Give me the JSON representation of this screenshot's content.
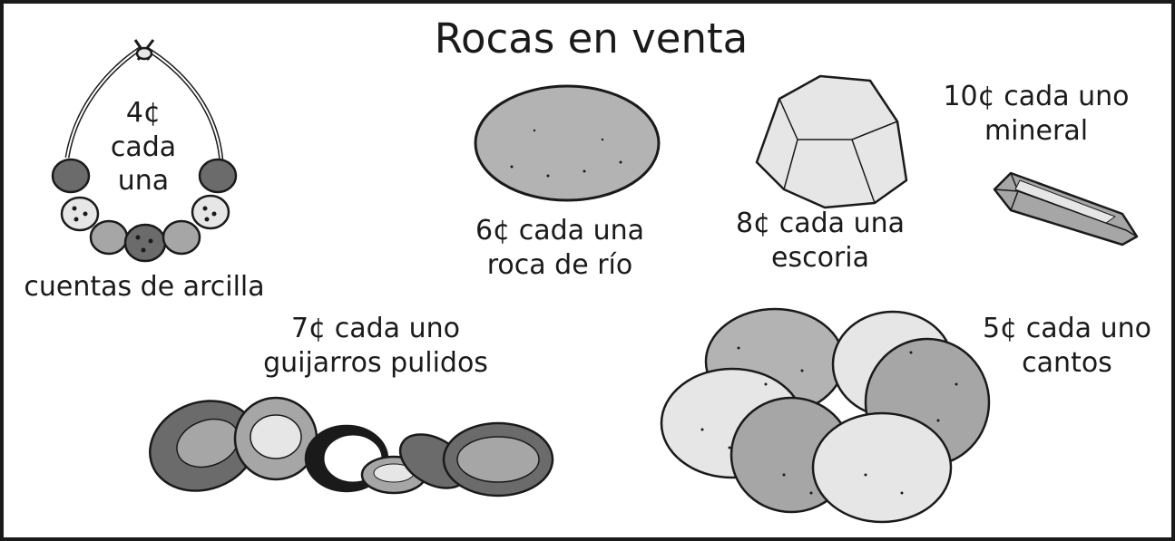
{
  "title": "Rocas en venta",
  "items": [
    {
      "id": "clay-beads",
      "price": "4¢",
      "unit_lines": [
        "cada",
        "una"
      ],
      "name": "cuentas de arcilla"
    },
    {
      "id": "river-rock",
      "price": "6¢",
      "unit": "cada una",
      "name": "roca de río"
    },
    {
      "id": "slag",
      "price": "8¢",
      "unit": "cada una",
      "name": "escoria"
    },
    {
      "id": "mineral",
      "price": "10¢",
      "unit": "cada uno",
      "name": "mineral"
    },
    {
      "id": "polished-pebbles",
      "price": "7¢",
      "unit": "cada uno",
      "name": "guijarros pulidos"
    },
    {
      "id": "boulders",
      "price": "5¢",
      "unit": "cada uno",
      "name": "cantos"
    }
  ],
  "colors": {
    "ink": "#1a1a1a",
    "light_gray": "#e6e6e6",
    "mid_gray": "#a6a6a6",
    "dark_gray": "#6b6b6b",
    "rock_gray": "#b3b3b3"
  }
}
